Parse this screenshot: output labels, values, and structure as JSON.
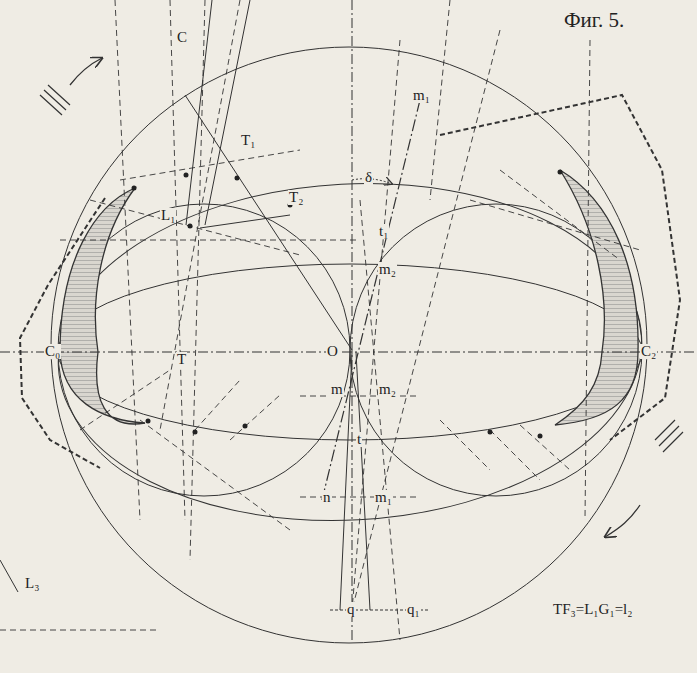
{
  "diagram": {
    "title": "Фиг. 5.",
    "labels": [
      "C",
      "T₁",
      "T₂",
      "L₁",
      "δ",
      "m₁",
      "t₁",
      "m₂",
      "C₀",
      "T",
      "O",
      "C₂",
      "m",
      "m₂",
      "t",
      "n",
      "m₁",
      "L₃",
      "q",
      "q₁",
      "TF₃=L₁G₁=l₂"
    ]
  }
}
